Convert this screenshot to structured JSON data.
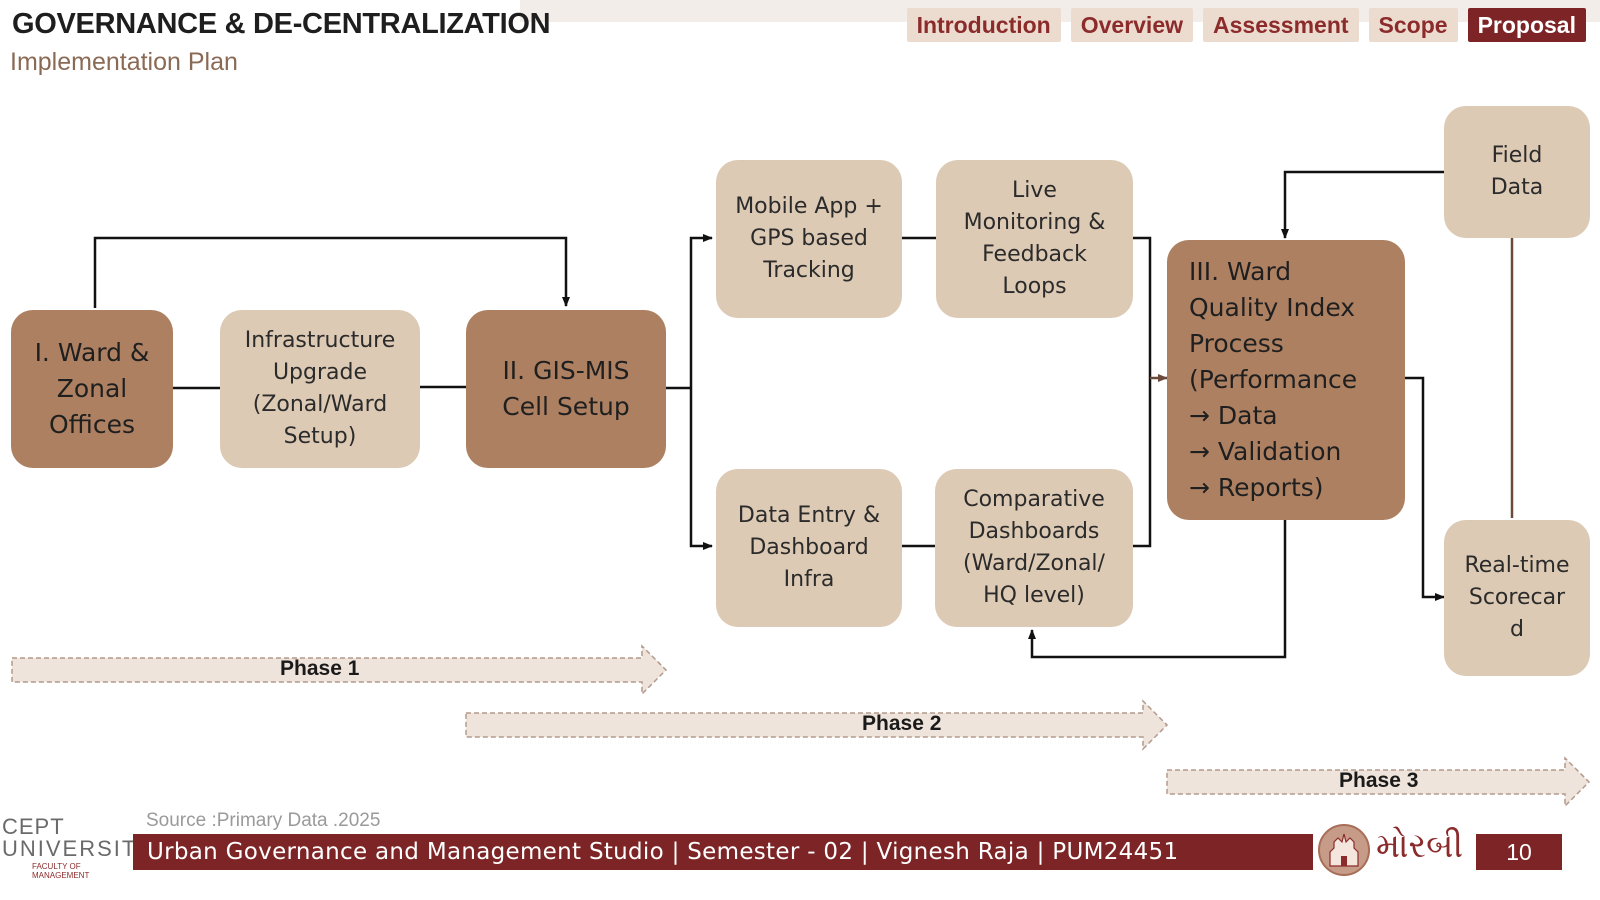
{
  "header": {
    "title": "GOVERNANCE & DE-CENTRALIZATION",
    "subtitle": "Implementation Plan"
  },
  "nav": {
    "tabs": [
      {
        "label": "Introduction",
        "active": false
      },
      {
        "label": "Overview",
        "active": false
      },
      {
        "label": "Assessment",
        "active": false
      },
      {
        "label": "Scope",
        "active": false
      },
      {
        "label": "Proposal",
        "active": true
      }
    ]
  },
  "diagram": {
    "nodes": {
      "ward_offices": "I. Ward &\nZonal\nOffices",
      "infrastructure": "Infrastructure\nUpgrade\n(Zonal/Ward\nSetup)",
      "gis_mis": "II. GIS-MIS\nCell Setup",
      "mobile_app": "Mobile App +\nGPS based\nTracking",
      "live_monitoring": "Live\nMonitoring &\nFeedback\nLoops",
      "data_entry": "Data Entry &\nDashboard\nInfra",
      "comparative": "Comparative\nDashboards\n(Ward/Zonal/\nHQ level)",
      "wqi": "III. Ward\nQuality Index\nProcess\n(Performance\n→ Data\n→ Validation\n→ Reports)",
      "field_data": "Field\nData",
      "scorecard": "Real-time\nScorecar\nd"
    },
    "phases": [
      "Phase 1",
      "Phase 2",
      "Phase 3"
    ]
  },
  "footer": {
    "source": "Source :Primary Data .2025",
    "studio_text": "Urban Governance  and Management Studio  |  Semester  - 02  |  Vignesh Raja  |  PUM24451",
    "page_number": "10",
    "city_name": "મોરબી",
    "university_logo": {
      "line1": "CEPT",
      "line2": "UNIVERSITY",
      "line3": "FACULTY OF MANAGEMENT"
    }
  },
  "colors": {
    "accent": "#7d2526",
    "dark_box": "#ad8062",
    "light_box": "#ddcab4",
    "phase_arrow": "#efe4dc"
  }
}
